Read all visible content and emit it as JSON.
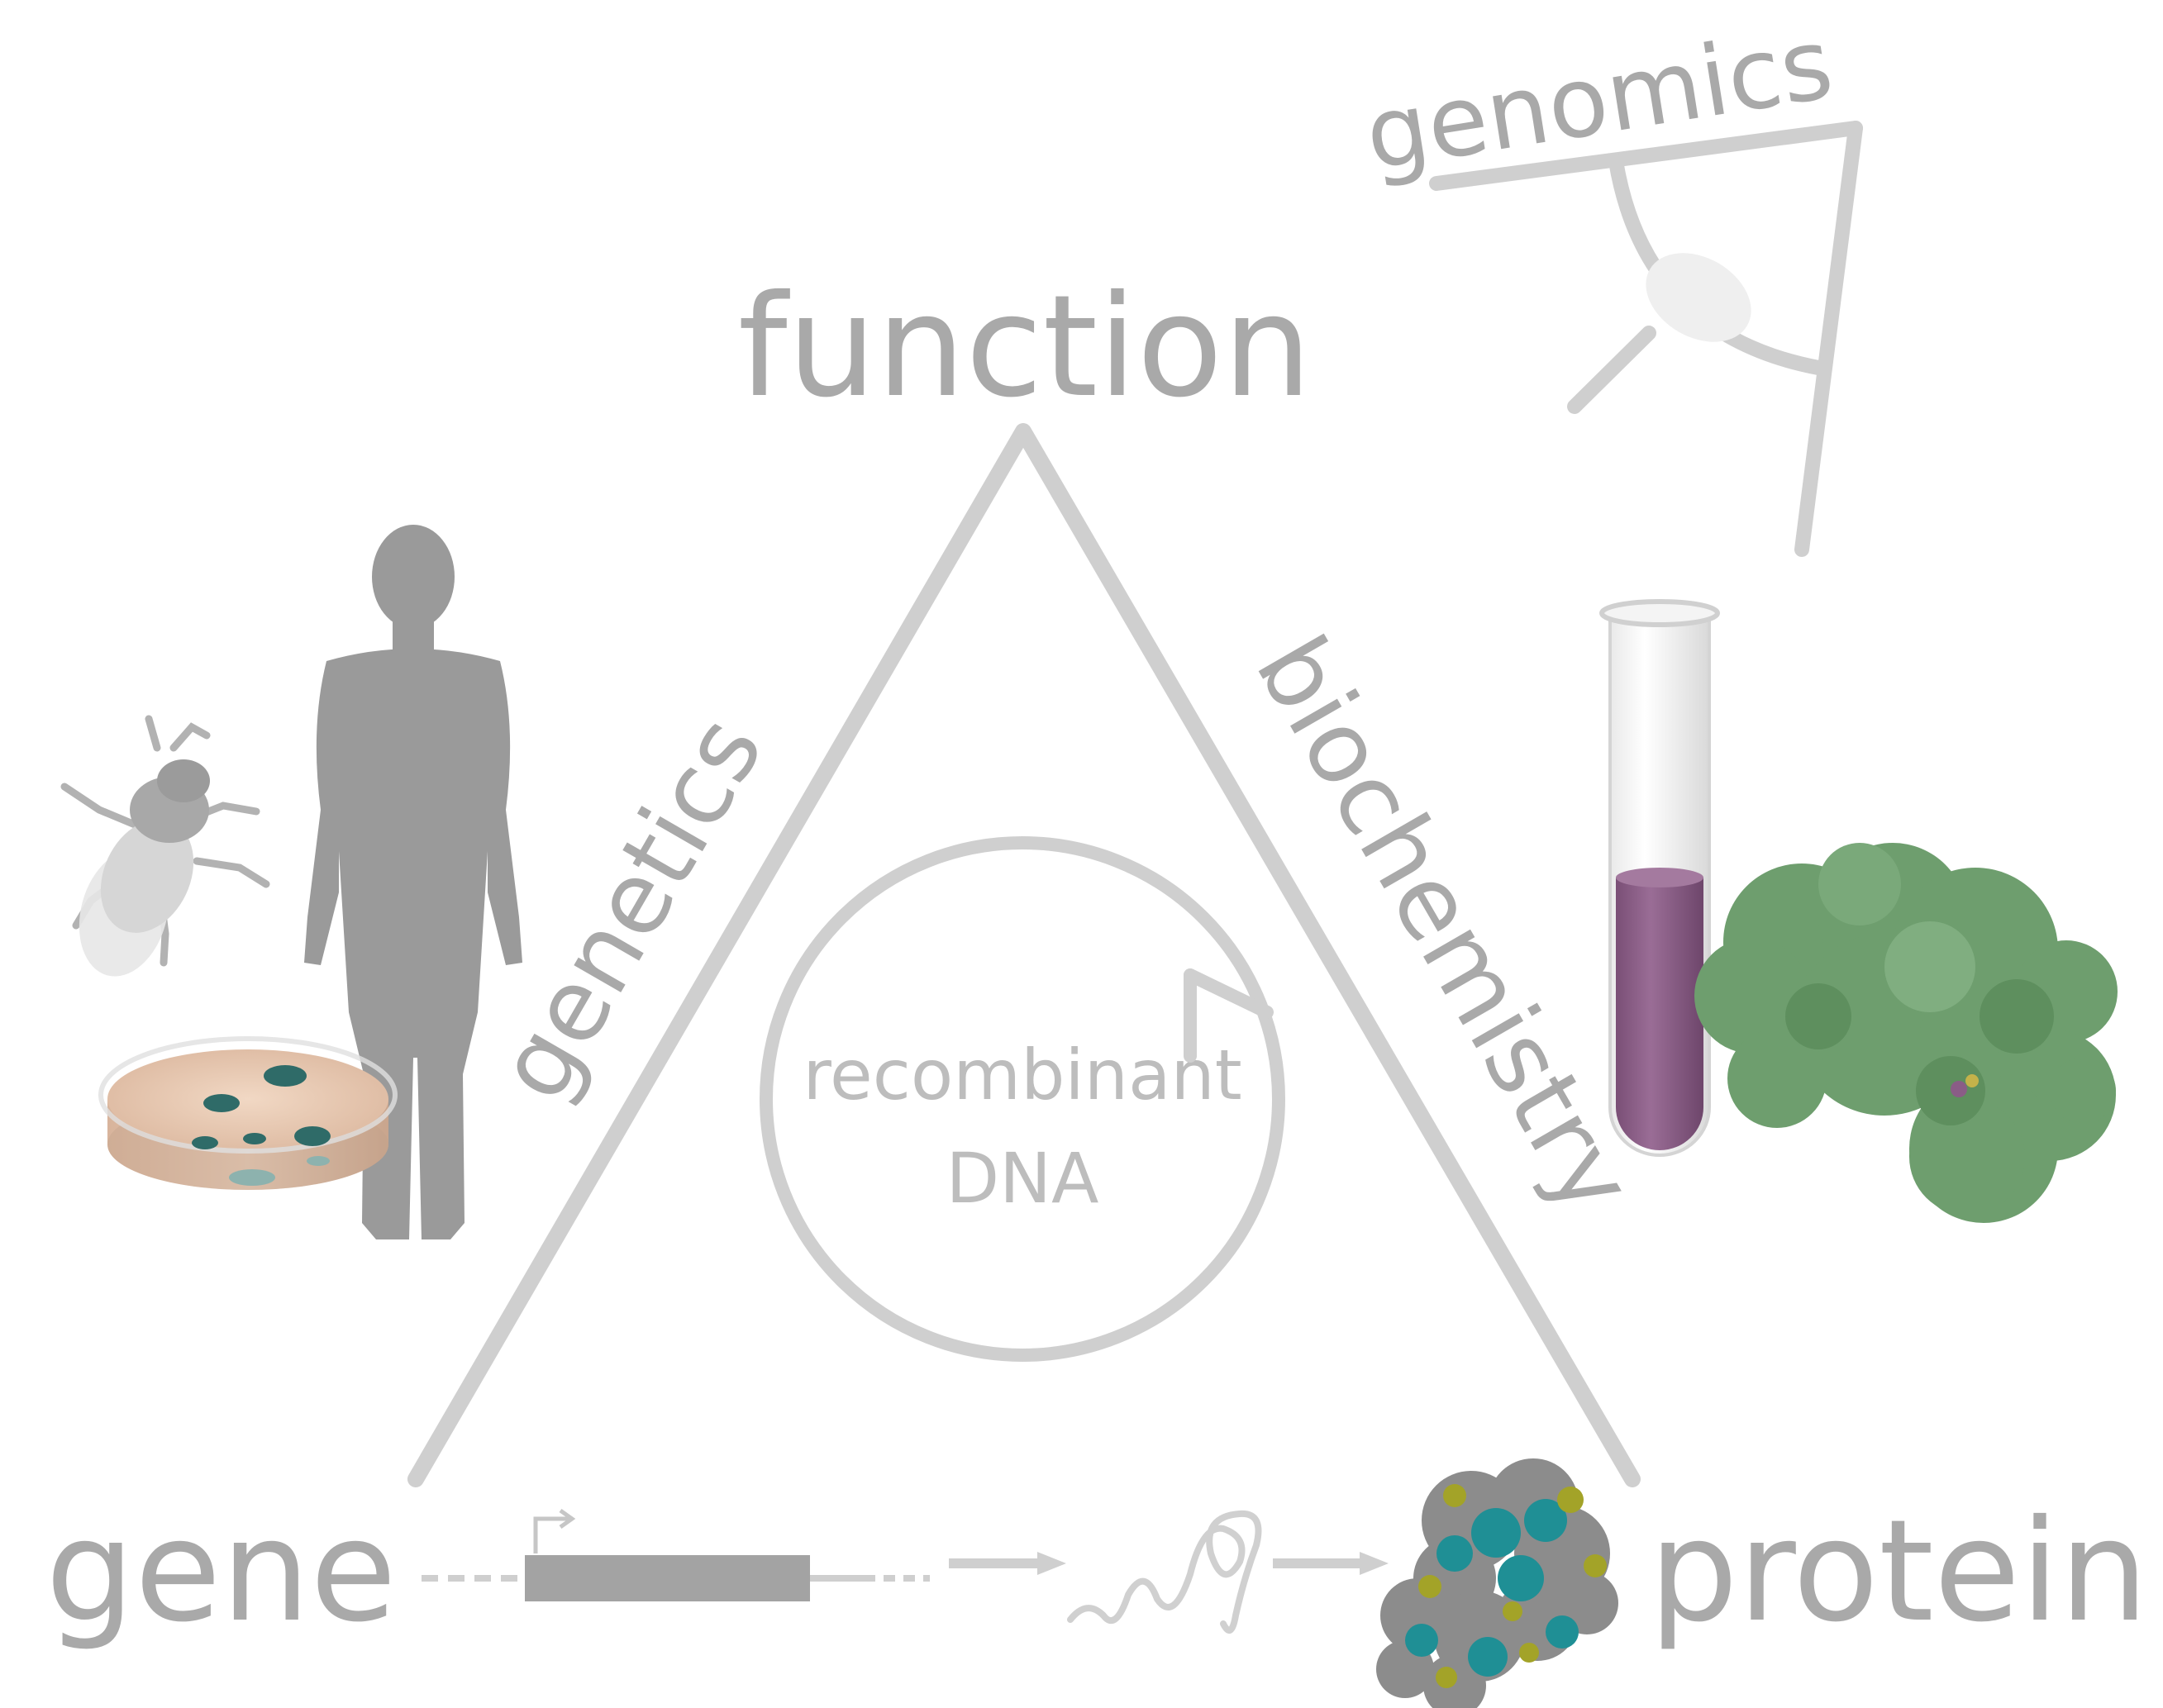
{
  "labels": {
    "function": "function",
    "genomics": "genomics",
    "genetics": "genetics",
    "biochemistry": "biochemistry",
    "recombinant_line1": "recombinant",
    "recombinant_line2": "DNA",
    "gene": "gene",
    "protein": "protein"
  },
  "colors": {
    "line_gray": "#cfcfcf",
    "text_gray": "#a9a9a9",
    "silhouette_gray": "#9a9a9a",
    "gene_bar": "#a3a3a3",
    "dish_agar": "#e6c8b2",
    "colony_teal": "#2f6b68",
    "tube_liquid": "#8a5d86",
    "protein_green": "#6e9e6e",
    "protein_teal": "#1f8f95",
    "protein_olive": "#a3a328"
  },
  "icons": {
    "fly": "fruit-fly-icon",
    "human": "human-silhouette-icon",
    "dish": "petri-dish-icon",
    "eye": "eye-icon",
    "tube": "test-tube-icon",
    "protein_large": "protein-structure-green",
    "protein_small": "protein-structure-colored",
    "mrna": "mrna-squiggle-icon",
    "promoter": "promoter-arrow-icon"
  }
}
